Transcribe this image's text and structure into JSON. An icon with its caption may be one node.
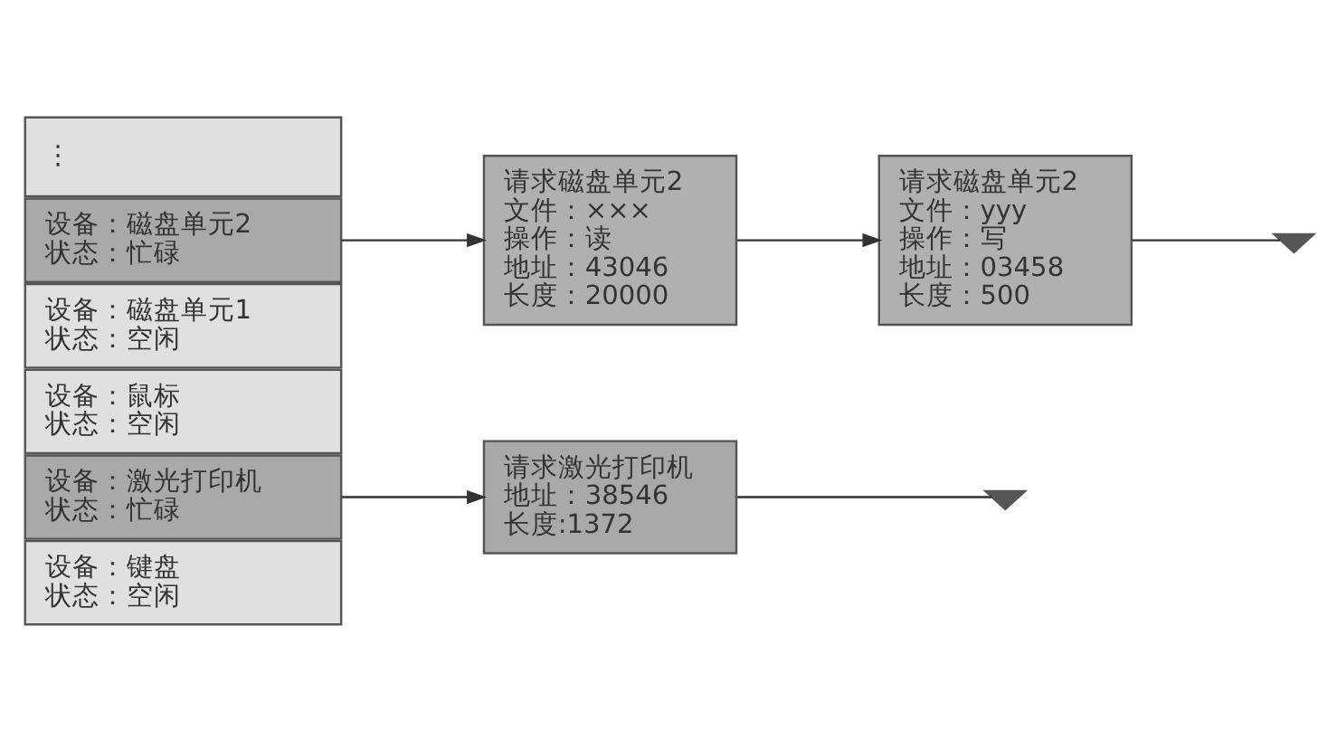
{
  "diagram": {
    "nodes": [
      {
        "text": [
          "设备：键盘",
          "状态：空闲"
        ]
      },
      {
        "text": [
          "设备：激光打印机",
          "状态：忙碌"
        ]
      },
      {
        "text": [
          "设备：鼠标",
          "状态：空闲"
        ]
      },
      {
        "text": [
          "设备：磁盘单元1",
          "状态：空闲"
        ]
      },
      {
        "text": [
          "设备：磁盘单元2",
          "状态：忙碌"
        ]
      },
      {
        "text": [
          "⋮"
        ]
      },
      {
        "text": [
          "请求激光打印机",
          "地址：38546",
          "长度:1372"
        ]
      },
      {
        "text": [],
        "shape": "ground"
      },
      {
        "text": [
          "请求磁盘单元2",
          "文件：×××",
          "操作：读",
          "地址：43046",
          "长度：20000"
        ]
      },
      {
        "text": [
          "请求磁盘单元2",
          "文件：yyy",
          "操作：写",
          "地址：03458",
          "长度：500"
        ]
      },
      {
        "text": [],
        "shape": "ground"
      }
    ],
    "edges": [
      {
        "from": 1,
        "to": 6,
        "arrow": "to"
      },
      {
        "from": 6,
        "to": 7,
        "arrow": "none"
      },
      {
        "from": 4,
        "to": 8,
        "arrow": "to"
      },
      {
        "from": 8,
        "to": 9,
        "arrow": "to"
      },
      {
        "from": 9,
        "to": 10,
        "arrow": "none"
      }
    ]
  }
}
